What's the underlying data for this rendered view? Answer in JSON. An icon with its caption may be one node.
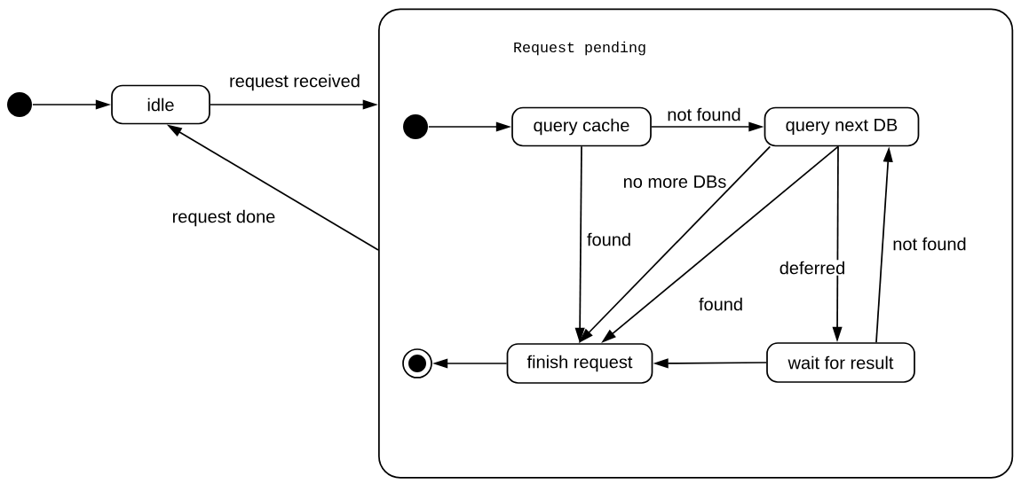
{
  "diagram": {
    "nodes": [
      {
        "text": [],
        "shape": "circle"
      },
      {
        "text": [
          "idle"
        ]
      },
      {
        "text": [
          "Request pending"
        ]
      },
      {
        "text": [],
        "shape": "circle",
        "in": 2
      },
      {
        "text": [
          "query cache"
        ],
        "in": 2
      },
      {
        "text": [
          "query next DB"
        ],
        "in": 2
      },
      {
        "text": [
          "finish request"
        ],
        "in": 2
      },
      {
        "text": [
          "wait for result"
        ],
        "in": 2
      },
      {
        "text": [],
        "shape": "circle",
        "in": 2
      }
    ],
    "edges": [
      {
        "from": 0,
        "to": 1,
        "arrow": "to"
      },
      {
        "from": 1,
        "to": 2,
        "arrow": "to",
        "label": "request received"
      },
      {
        "from": 2,
        "to": 1,
        "arrow": "to",
        "label": "request done"
      },
      {
        "from": 3,
        "to": 4,
        "arrow": "to"
      },
      {
        "from": 4,
        "to": 5,
        "arrow": "to",
        "label": "not found"
      },
      {
        "from": 4,
        "to": 6,
        "arrow": "to",
        "label": "found"
      },
      {
        "from": 5,
        "to": 6,
        "arrow": "to",
        "label": "no more DBs"
      },
      {
        "from": 5,
        "to": 6,
        "arrow": "to",
        "label": "found"
      },
      {
        "from": 5,
        "to": 7,
        "arrow": "to",
        "label": "deferred"
      },
      {
        "from": 7,
        "to": 5,
        "arrow": "to",
        "label": "not found"
      },
      {
        "from": 7,
        "to": 6,
        "arrow": "to"
      },
      {
        "from": 6,
        "to": 8,
        "arrow": "to"
      }
    ]
  }
}
